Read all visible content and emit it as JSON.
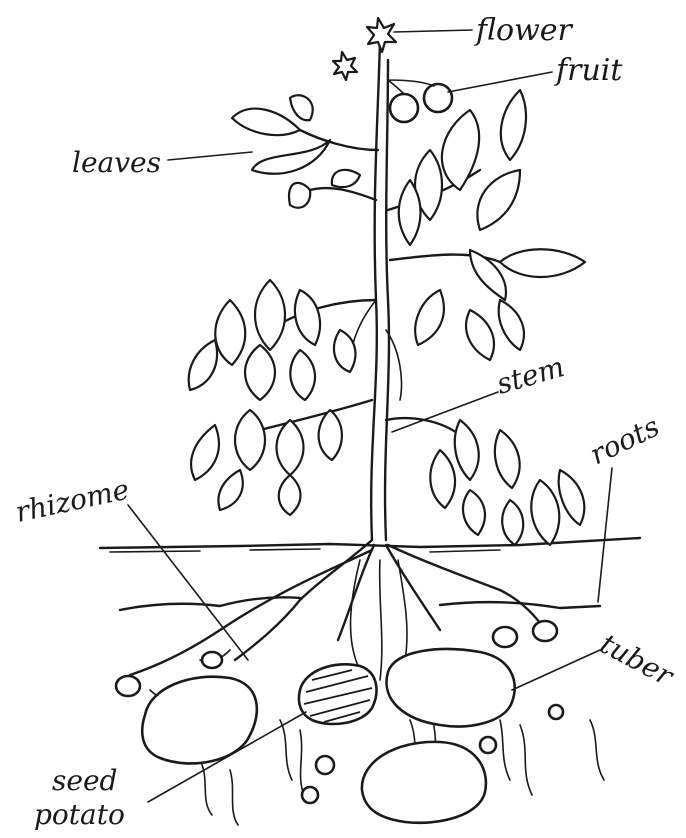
{
  "labels": {
    "flower": "flower",
    "fruit": "fruit",
    "leaves": "leaves",
    "stem": "stem",
    "roots": "roots",
    "rhizome": "rhizome",
    "tuber": "tuber",
    "seed": "seed",
    "potato": "potato"
  },
  "colors": {
    "ink": "#1a1a1a",
    "paper": "#ffffff"
  }
}
